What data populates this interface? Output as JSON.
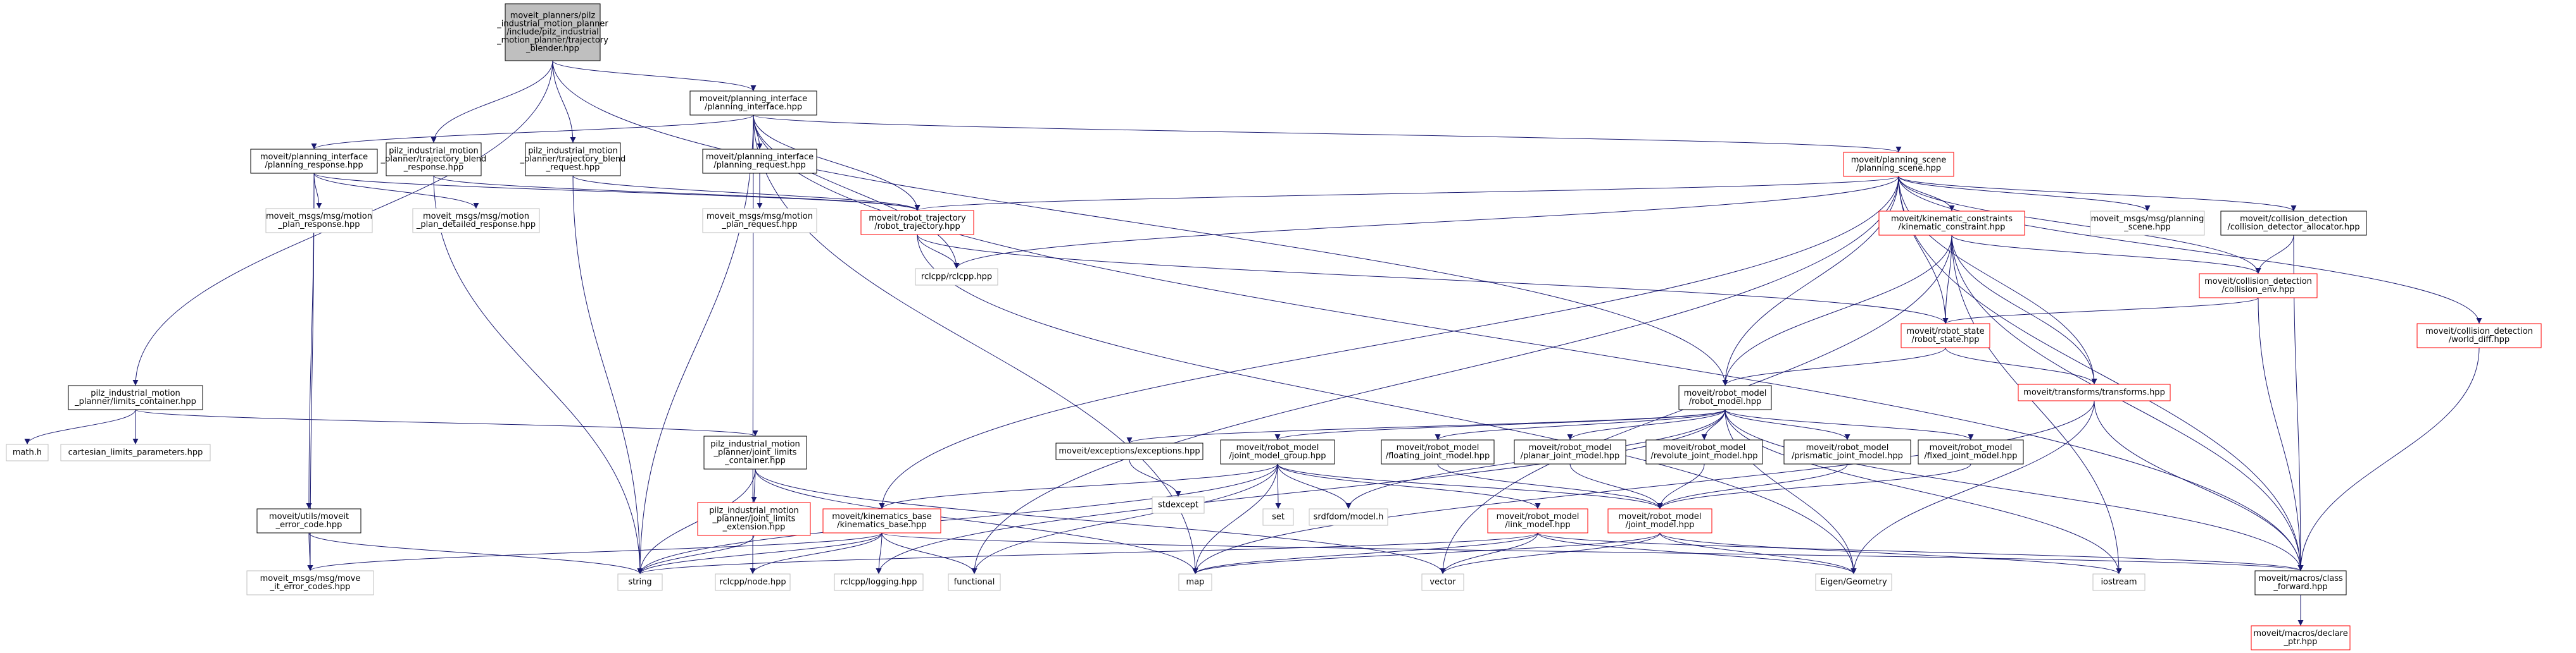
{
  "colors": {
    "root_fill": "#bfbfbf",
    "node_border": "#000000",
    "partial_border": "#ff0000",
    "leaf_border": "#bfbfbf",
    "edge": "#191970",
    "text": "#000000"
  },
  "nodes": [
    {
      "id": "blender",
      "kind": "root",
      "lines": [
        "moveit_planners/pilz",
        "_industrial_motion_planner",
        "/include/pilz_industrial",
        "_motion_planner/trajectory",
        "_blender.hpp"
      ]
    },
    {
      "id": "pi",
      "kind": "normal",
      "lines": [
        "moveit/planning_interface",
        "/planning_interface.hpp"
      ]
    },
    {
      "id": "resp_blend",
      "kind": "normal",
      "lines": [
        "pilz_industrial_motion",
        "_planner/trajectory_blend",
        "_response.hpp"
      ]
    },
    {
      "id": "req_blend",
      "kind": "normal",
      "lines": [
        "pilz_industrial_motion",
        "_planner/trajectory_blend",
        "_request.hpp"
      ]
    },
    {
      "id": "limits_container",
      "kind": "normal",
      "lines": [
        "pilz_industrial_motion",
        "_planner/limits_container.hpp"
      ]
    },
    {
      "id": "planning_response",
      "kind": "normal",
      "lines": [
        "moveit/planning_interface",
        "/planning_response.hpp"
      ]
    },
    {
      "id": "planning_request",
      "kind": "normal",
      "lines": [
        "moveit/planning_interface",
        "/planning_request.hpp"
      ]
    },
    {
      "id": "robot_trajectory",
      "kind": "partial",
      "lines": [
        "moveit/robot_trajectory",
        "/robot_trajectory.hpp"
      ]
    },
    {
      "id": "planning_scene",
      "kind": "partial",
      "lines": [
        "moveit/planning_scene",
        "/planning_scene.hpp"
      ]
    },
    {
      "id": "msg_motion_resp",
      "kind": "leaf",
      "lines": [
        "moveit_msgs/msg/motion",
        "_plan_response.hpp"
      ]
    },
    {
      "id": "msg_motion_detailed",
      "kind": "leaf",
      "lines": [
        "moveit_msgs/msg/motion",
        "_plan_detailed_response.hpp"
      ]
    },
    {
      "id": "msg_motion_req",
      "kind": "leaf",
      "lines": [
        "moveit_msgs/msg/motion",
        "_plan_request.hpp"
      ]
    },
    {
      "id": "rclcpp",
      "kind": "leaf",
      "lines": [
        "rclcpp/rclcpp.hpp"
      ]
    },
    {
      "id": "kinematic_constraints",
      "kind": "partial",
      "lines": [
        "moveit/kinematic_constraints",
        "/kinematic_constraint.hpp"
      ]
    },
    {
      "id": "msg_planning_scene",
      "kind": "leaf",
      "lines": [
        "moveit_msgs/msg/planning",
        "_scene.hpp"
      ]
    },
    {
      "id": "cd_allocator",
      "kind": "normal",
      "lines": [
        "moveit/collision_detection",
        "/collision_detector_allocator.hpp"
      ]
    },
    {
      "id": "collision_env",
      "kind": "partial",
      "lines": [
        "moveit/collision_detection",
        "/collision_env.hpp"
      ]
    },
    {
      "id": "world_diff",
      "kind": "partial",
      "lines": [
        "moveit/collision_detection",
        "/world_diff.hpp"
      ]
    },
    {
      "id": "robot_state",
      "kind": "partial",
      "lines": [
        "moveit/robot_state",
        "/robot_state.hpp"
      ]
    },
    {
      "id": "robot_model",
      "kind": "normal",
      "lines": [
        "moveit/robot_model",
        "/robot_model.hpp"
      ]
    },
    {
      "id": "transforms",
      "kind": "partial",
      "lines": [
        "moveit/transforms/transforms.hpp"
      ]
    },
    {
      "id": "math",
      "kind": "leaf",
      "lines": [
        "math.h"
      ]
    },
    {
      "id": "cartesian_limits",
      "kind": "leaf",
      "lines": [
        "cartesian_limits_parameters.hpp"
      ]
    },
    {
      "id": "joint_limits_container",
      "kind": "normal",
      "lines": [
        "pilz_industrial_motion",
        "_planner/joint_limits",
        "_container.hpp"
      ]
    },
    {
      "id": "exceptions",
      "kind": "normal",
      "lines": [
        "moveit/exceptions/exceptions.hpp"
      ]
    },
    {
      "id": "joint_model_group",
      "kind": "normal",
      "lines": [
        "moveit/robot_model",
        "/joint_model_group.hpp"
      ]
    },
    {
      "id": "floating_joint",
      "kind": "normal",
      "lines": [
        "moveit/robot_model",
        "/floating_joint_model.hpp"
      ]
    },
    {
      "id": "planar_joint",
      "kind": "normal",
      "lines": [
        "moveit/robot_model",
        "/planar_joint_model.hpp"
      ]
    },
    {
      "id": "revolute_joint",
      "kind": "normal",
      "lines": [
        "moveit/robot_model",
        "/revolute_joint_model.hpp"
      ]
    },
    {
      "id": "prismatic_joint",
      "kind": "normal",
      "lines": [
        "moveit/robot_model",
        "/prismatic_joint_model.hpp"
      ]
    },
    {
      "id": "fixed_joint",
      "kind": "normal",
      "lines": [
        "moveit/robot_model",
        "/fixed_joint_model.hpp"
      ]
    },
    {
      "id": "stdexcept",
      "kind": "leaf",
      "lines": [
        "stdexcept"
      ]
    },
    {
      "id": "set",
      "kind": "leaf",
      "lines": [
        "set"
      ]
    },
    {
      "id": "srdfdom",
      "kind": "leaf",
      "lines": [
        "srdfdom/model.h"
      ]
    },
    {
      "id": "joint_limits_ext",
      "kind": "partial",
      "lines": [
        "pilz_industrial_motion",
        "_planner/joint_limits",
        "_extension.hpp"
      ]
    },
    {
      "id": "kinematics_base",
      "kind": "partial",
      "lines": [
        "moveit/kinematics_base",
        "/kinematics_base.hpp"
      ]
    },
    {
      "id": "link_model",
      "kind": "partial",
      "lines": [
        "moveit/robot_model",
        "/link_model.hpp"
      ]
    },
    {
      "id": "joint_model",
      "kind": "partial",
      "lines": [
        "moveit/robot_model",
        "/joint_model.hpp"
      ]
    },
    {
      "id": "moveit_error_code",
      "kind": "normal",
      "lines": [
        "moveit/utils/moveit",
        "_error_code.hpp"
      ]
    },
    {
      "id": "msg_error_codes",
      "kind": "leaf",
      "lines": [
        "moveit_msgs/msg/move",
        "_it_error_codes.hpp"
      ]
    },
    {
      "id": "string",
      "kind": "leaf",
      "lines": [
        "string"
      ]
    },
    {
      "id": "rclcpp_node",
      "kind": "leaf",
      "lines": [
        "rclcpp/node.hpp"
      ]
    },
    {
      "id": "rclcpp_logging",
      "kind": "leaf",
      "lines": [
        "rclcpp/logging.hpp"
      ]
    },
    {
      "id": "functional",
      "kind": "leaf",
      "lines": [
        "functional"
      ]
    },
    {
      "id": "map",
      "kind": "leaf",
      "lines": [
        "map"
      ]
    },
    {
      "id": "vector",
      "kind": "leaf",
      "lines": [
        "vector"
      ]
    },
    {
      "id": "eigen",
      "kind": "leaf",
      "lines": [
        "Eigen/Geometry"
      ]
    },
    {
      "id": "iostream",
      "kind": "leaf",
      "lines": [
        "iostream"
      ]
    },
    {
      "id": "class_forward",
      "kind": "normal",
      "lines": [
        "moveit/macros/class",
        "_forward.hpp"
      ]
    },
    {
      "id": "declare_ptr",
      "kind": "partial",
      "lines": [
        "moveit/macros/declare",
        "_ptr.hpp"
      ]
    }
  ],
  "edges": [
    [
      "blender",
      "pi"
    ],
    [
      "blender",
      "resp_blend"
    ],
    [
      "blender",
      "req_blend"
    ],
    [
      "blender",
      "limits_container"
    ],
    [
      "blender",
      "robot_model"
    ],
    [
      "pi",
      "planning_response"
    ],
    [
      "pi",
      "planning_request"
    ],
    [
      "pi",
      "planning_scene"
    ],
    [
      "pi",
      "robot_trajectory"
    ],
    [
      "pi",
      "rclcpp"
    ],
    [
      "pi",
      "string"
    ],
    [
      "pi",
      "rclcpp_node"
    ],
    [
      "pi",
      "map"
    ],
    [
      "pi",
      "class_forward"
    ],
    [
      "resp_blend",
      "robot_trajectory"
    ],
    [
      "resp_blend",
      "string"
    ],
    [
      "req_blend",
      "robot_trajectory"
    ],
    [
      "req_blend",
      "string"
    ],
    [
      "limits_container",
      "math"
    ],
    [
      "limits_container",
      "cartesian_limits"
    ],
    [
      "limits_container",
      "joint_limits_container"
    ],
    [
      "planning_response",
      "msg_motion_resp"
    ],
    [
      "planning_response",
      "msg_motion_detailed"
    ],
    [
      "planning_response",
      "robot_trajectory"
    ],
    [
      "planning_response",
      "moveit_error_code"
    ],
    [
      "planning_response",
      "msg_error_codes"
    ],
    [
      "planning_request",
      "msg_motion_req"
    ],
    [
      "robot_trajectory",
      "rclcpp"
    ],
    [
      "robot_trajectory",
      "robot_state"
    ],
    [
      "robot_trajectory",
      "eigen"
    ],
    [
      "planning_scene",
      "robot_trajectory"
    ],
    [
      "planning_scene",
      "kinematic_constraints"
    ],
    [
      "planning_scene",
      "msg_planning_scene"
    ],
    [
      "planning_scene",
      "cd_allocator"
    ],
    [
      "planning_scene",
      "collision_env"
    ],
    [
      "planning_scene",
      "world_diff"
    ],
    [
      "planning_scene",
      "robot_state"
    ],
    [
      "planning_scene",
      "robot_model"
    ],
    [
      "planning_scene",
      "transforms"
    ],
    [
      "planning_scene",
      "kinematics_base"
    ],
    [
      "planning_scene",
      "rclcpp"
    ],
    [
      "planning_scene",
      "functional"
    ],
    [
      "planning_scene",
      "class_forward"
    ],
    [
      "kinematic_constraints",
      "robot_state"
    ],
    [
      "kinematic_constraints",
      "robot_model"
    ],
    [
      "kinematic_constraints",
      "collision_env"
    ],
    [
      "kinematic_constraints",
      "transforms"
    ],
    [
      "kinematic_constraints",
      "iostream"
    ],
    [
      "kinematic_constraints",
      "vector"
    ],
    [
      "kinematic_constraints",
      "class_forward"
    ],
    [
      "cd_allocator",
      "collision_env"
    ],
    [
      "cd_allocator",
      "class_forward"
    ],
    [
      "collision_env",
      "robot_state"
    ],
    [
      "collision_env",
      "class_forward"
    ],
    [
      "world_diff",
      "class_forward"
    ],
    [
      "robot_state",
      "robot_model"
    ],
    [
      "robot_state",
      "transforms"
    ],
    [
      "robot_model",
      "exceptions"
    ],
    [
      "robot_model",
      "joint_model_group"
    ],
    [
      "robot_model",
      "floating_joint"
    ],
    [
      "robot_model",
      "planar_joint"
    ],
    [
      "robot_model",
      "revolute_joint"
    ],
    [
      "robot_model",
      "prismatic_joint"
    ],
    [
      "robot_model",
      "fixed_joint"
    ],
    [
      "robot_model",
      "srdfdom"
    ],
    [
      "robot_model",
      "rclcpp_logging"
    ],
    [
      "robot_model",
      "iostream"
    ],
    [
      "robot_model",
      "eigen"
    ],
    [
      "robot_model",
      "class_forward"
    ],
    [
      "transforms",
      "eigen"
    ],
    [
      "transforms",
      "map"
    ],
    [
      "transforms",
      "class_forward"
    ],
    [
      "joint_limits_container",
      "joint_limits_ext"
    ],
    [
      "joint_limits_container",
      "string"
    ],
    [
      "joint_limits_container",
      "map"
    ],
    [
      "joint_limits_container",
      "vector"
    ],
    [
      "exceptions",
      "stdexcept"
    ],
    [
      "joint_model_group",
      "kinematics_base"
    ],
    [
      "joint_model_group",
      "set"
    ],
    [
      "joint_model_group",
      "srdfdom"
    ],
    [
      "joint_model_group",
      "link_model"
    ],
    [
      "joint_model_group",
      "joint_model"
    ],
    [
      "joint_model_group",
      "string"
    ],
    [
      "joint_model_group",
      "functional"
    ],
    [
      "joint_model_group",
      "map"
    ],
    [
      "floating_joint",
      "joint_model"
    ],
    [
      "planar_joint",
      "joint_model"
    ],
    [
      "revolute_joint",
      "joint_model"
    ],
    [
      "prismatic_joint",
      "joint_model"
    ],
    [
      "fixed_joint",
      "joint_model"
    ],
    [
      "joint_limits_ext",
      "string"
    ],
    [
      "kinematics_base",
      "string"
    ],
    [
      "kinematics_base",
      "rclcpp_node"
    ],
    [
      "kinematics_base",
      "rclcpp_logging"
    ],
    [
      "kinematics_base",
      "functional"
    ],
    [
      "kinematics_base",
      "class_forward"
    ],
    [
      "kinematics_base",
      "msg_error_codes"
    ],
    [
      "link_model",
      "string"
    ],
    [
      "link_model",
      "map"
    ],
    [
      "link_model",
      "vector"
    ],
    [
      "link_model",
      "eigen"
    ],
    [
      "link_model",
      "class_forward"
    ],
    [
      "joint_model",
      "map"
    ],
    [
      "joint_model",
      "vector"
    ],
    [
      "joint_model",
      "eigen"
    ],
    [
      "joint_model",
      "iostream"
    ],
    [
      "moveit_error_code",
      "string"
    ],
    [
      "moveit_error_code",
      "msg_error_codes"
    ],
    [
      "class_forward",
      "declare_ptr"
    ]
  ]
}
